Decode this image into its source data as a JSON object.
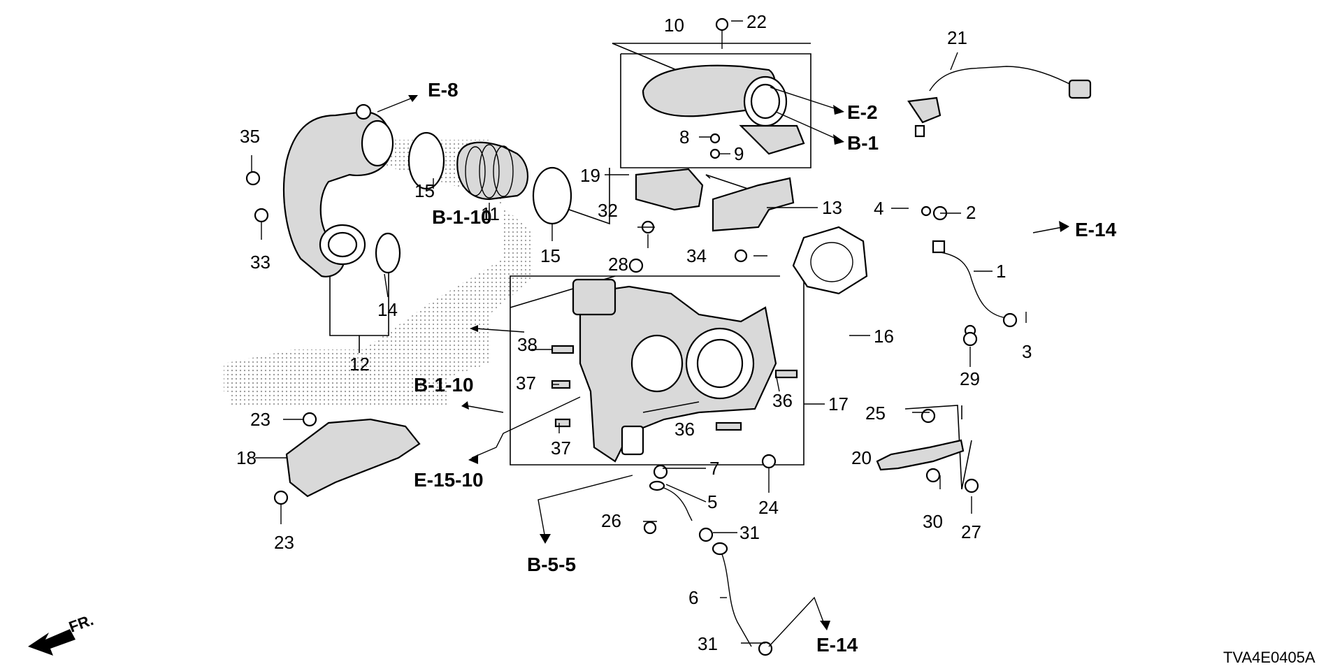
{
  "callouts": [
    "1",
    "2",
    "3",
    "4",
    "5",
    "6",
    "7",
    "8",
    "9",
    "10",
    "11",
    "12",
    "13",
    "14",
    "15",
    "15",
    "16",
    "17",
    "18",
    "19",
    "20",
    "21",
    "22",
    "23",
    "23",
    "24",
    "25",
    "26",
    "27",
    "28",
    "29",
    "30",
    "31",
    "31",
    "32",
    "33",
    "34",
    "35",
    "36",
    "36",
    "37",
    "37",
    "38"
  ],
  "refs": {
    "e8": "E-8",
    "e2": "E-2",
    "b1": "B-1",
    "b110a": "B-1-10",
    "b110b": "B-1-10",
    "e1510": "E-15-10",
    "b55": "B-5-5",
    "e14a": "E-14",
    "e14b": "E-14"
  },
  "orientation": {
    "label": "FR."
  },
  "drawing_code": "TVA4E0405A"
}
